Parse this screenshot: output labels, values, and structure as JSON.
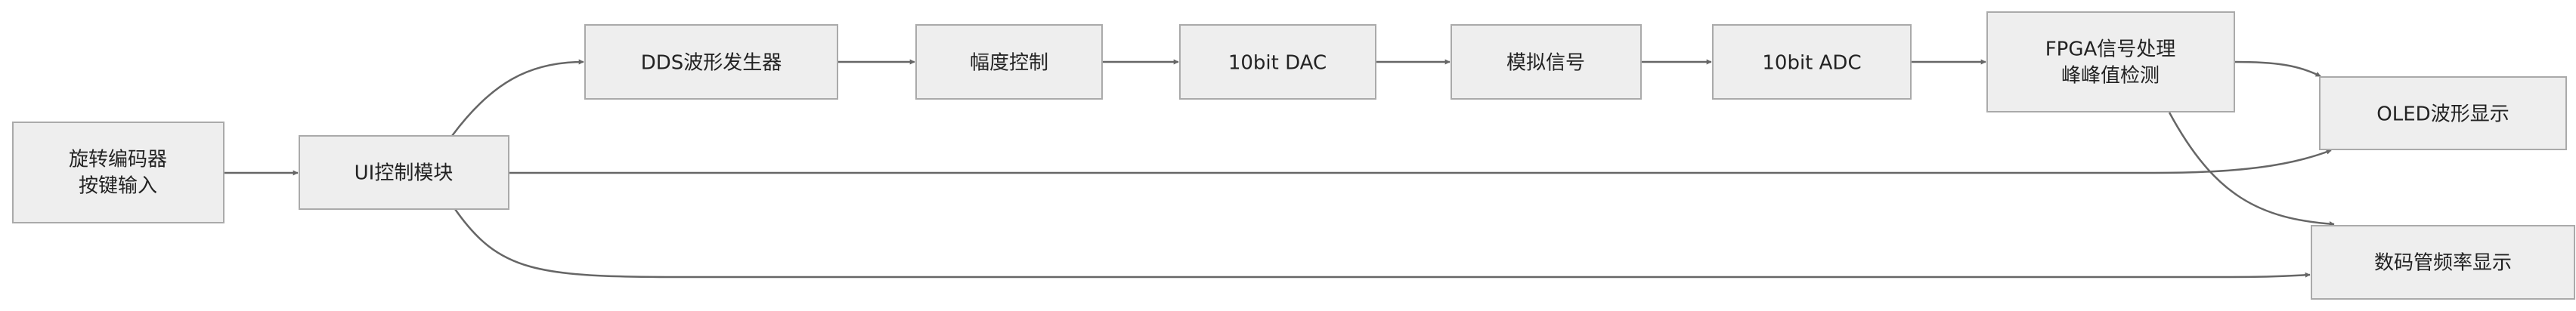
{
  "nodes": {
    "encoder": {
      "line1": "旋转编码器",
      "line2": "按键输入"
    },
    "ui": {
      "label": "UI控制模块"
    },
    "dds": {
      "label": "DDS波形发生器"
    },
    "amp": {
      "label": "幅度控制"
    },
    "dac": {
      "label": "10bit DAC"
    },
    "analog": {
      "label": "模拟信号"
    },
    "adc": {
      "label": "10bit ADC"
    },
    "fpga": {
      "line1": "FPGA信号处理",
      "line2": "峰峰值检测"
    },
    "oled": {
      "label": "OLED波形显示"
    },
    "seg": {
      "label": "数码管频率显示"
    }
  },
  "colors": {
    "fill": "#eeeeee",
    "stroke": "#aaaaaa",
    "edge": "#666666"
  }
}
